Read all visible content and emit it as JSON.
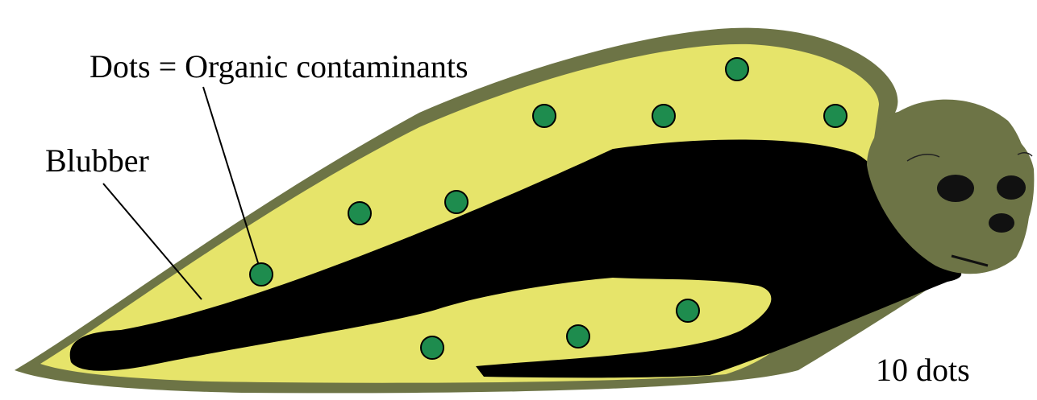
{
  "labels": {
    "contaminants": "Dots = Organic contaminants",
    "blubber": "Blubber",
    "dot_count": "10 dots"
  },
  "colors": {
    "outline": "#6d7446",
    "blubber": "#e6e46a",
    "body": "#000000",
    "head": "#6d7446",
    "dot_fill": "#1e8c4e",
    "dot_halo": "#5ad63a"
  },
  "contaminant_dots": 10
}
